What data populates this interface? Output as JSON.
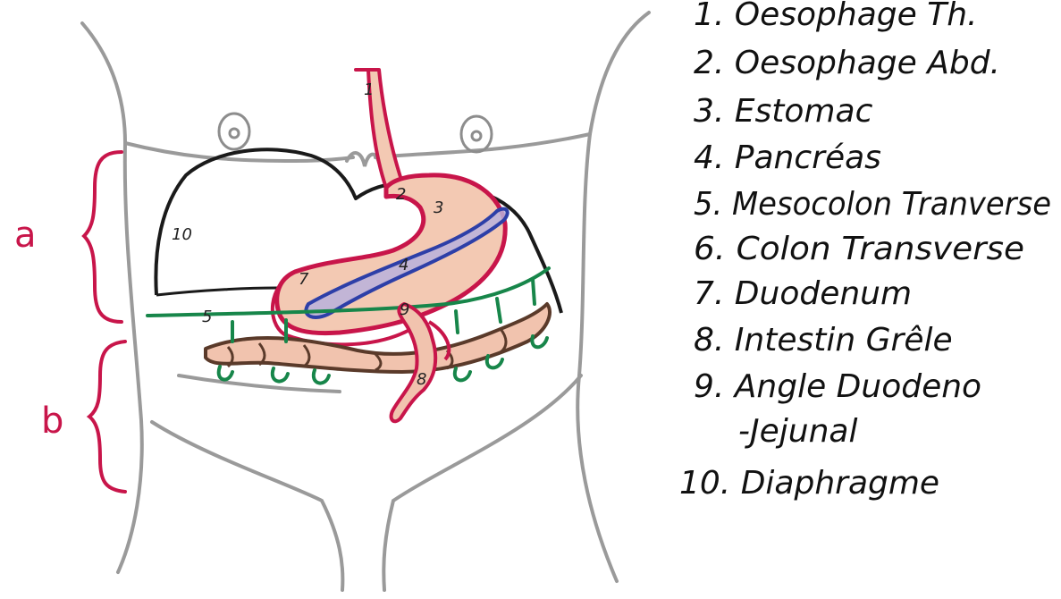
{
  "colors": {
    "outline": "#9a9a9a",
    "diaphragm": "#1a1a1a",
    "red": "#c8154a",
    "green": "#17864a",
    "blue": "#2d3fa8",
    "stomach_fill": "#f3c9b3",
    "pancreas_fill": "#b8b2dc",
    "intestine_fill": "#f1c3ae"
  },
  "brace_labels": {
    "a": "a",
    "b": "b"
  },
  "numbers": {
    "n1": "1",
    "n2": "2",
    "n3": "3",
    "n4": "4",
    "n5": "5",
    "n7": "7",
    "n8": "8",
    "n9": "9",
    "n10": "10"
  },
  "legend": [
    "1. Oesophage Th.",
    "2. Oesophage Abd.",
    "3. Estomac",
    "4. Pancréas",
    "5. Mesocolon Tranverse",
    "6. Colon Transverse",
    "7. Duodenum",
    "8. Intestin Grêle",
    "9. Angle Duodeno",
    "-Jejunal",
    "10. Diaphragme"
  ]
}
